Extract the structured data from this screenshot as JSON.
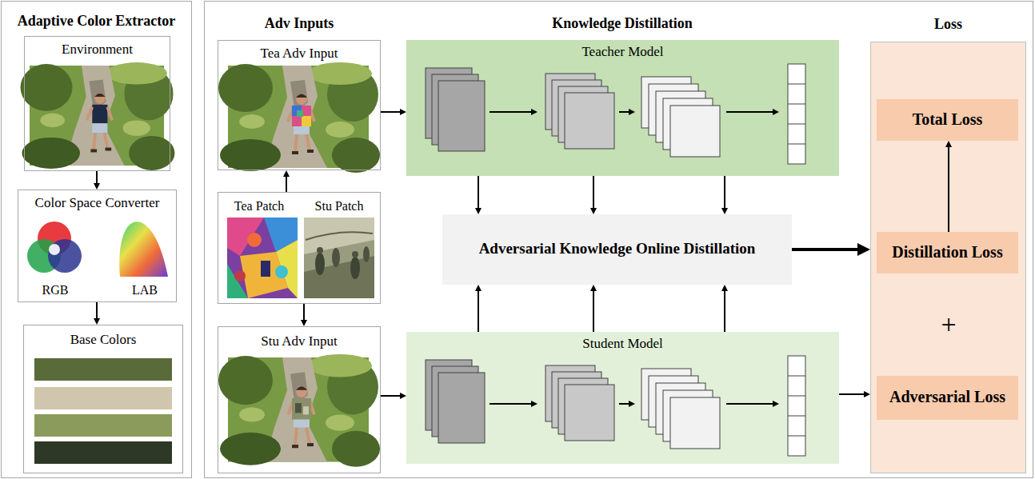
{
  "diagram": {
    "nodes": [
      {
        "text": [
          "Adaptive Color Extractor"
        ]
      },
      {
        "text": [
          "Environment"
        ],
        "in": 0
      },
      {
        "text": [
          "Color Space Converter",
          "RGB",
          "LAB"
        ],
        "in": 0
      },
      {
        "text": [
          "Base Colors"
        ],
        "in": 0
      },
      {
        "text": [
          "Tea Adv Input"
        ]
      },
      {
        "text": [
          "Tea Patch",
          "Stu Patch"
        ]
      },
      {
        "text": [
          "Stu Adv Input"
        ]
      },
      {
        "text": [
          "Teacher Model"
        ]
      },
      {
        "text": [
          "Adversarial Knowledge Online Distillation"
        ]
      },
      {
        "text": [
          "Student Model"
        ]
      },
      {
        "text": [
          "Loss"
        ]
      },
      {
        "text": [
          "Total Loss"
        ],
        "in": 10
      },
      {
        "text": [
          "Distillation Loss"
        ],
        "in": 10
      },
      {
        "text": [
          "Adversarial Loss"
        ],
        "in": 10
      }
    ],
    "edges": [
      {
        "from": 1,
        "to": 2,
        "arrow": "to"
      },
      {
        "from": 2,
        "to": 3,
        "arrow": "to"
      },
      {
        "from": 5,
        "to": 4,
        "arrow": "to"
      },
      {
        "from": 5,
        "to": 6,
        "arrow": "to"
      },
      {
        "from": 4,
        "to": 7,
        "arrow": "to"
      },
      {
        "from": 6,
        "to": 9,
        "arrow": "to"
      },
      {
        "from": 7,
        "to": 8,
        "arrow": "to"
      },
      {
        "from": 7,
        "to": 8,
        "arrow": "to"
      },
      {
        "from": 7,
        "to": 8,
        "arrow": "to"
      },
      {
        "from": 9,
        "to": 8,
        "arrow": "to"
      },
      {
        "from": 9,
        "to": 8,
        "arrow": "to"
      },
      {
        "from": 9,
        "to": 8,
        "arrow": "to"
      },
      {
        "from": 8,
        "to": 10,
        "arrow": "to"
      },
      {
        "from": 9,
        "to": 10,
        "arrow": "to"
      },
      {
        "from": 12,
        "to": 11,
        "arrow": "to"
      }
    ],
    "labels": [
      "Adv Inputs",
      "Knowledge Distillation",
      "+"
    ]
  }
}
